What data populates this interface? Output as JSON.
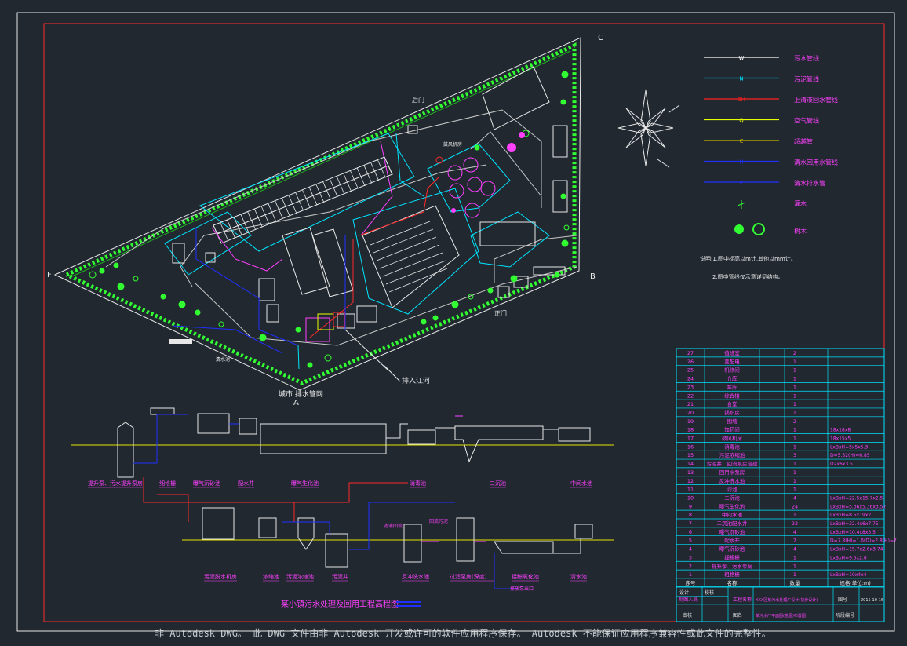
{
  "corner_labels": {
    "c": "C",
    "b": "B",
    "f": "F",
    "a": "A"
  },
  "site": {
    "rear_gate": "后门",
    "main_gate": "正门",
    "outfall": "排入江河",
    "sewer": "城市 排水管网",
    "blower_room": "鼓风机房",
    "small_label": "清水池"
  },
  "legend": [
    {
      "label": "污水管线",
      "color": "#ffffff",
      "mark": "W"
    },
    {
      "label": "污泥管线",
      "color": "#00e5ff",
      "mark": "N"
    },
    {
      "label": "上清液回水管线",
      "color": "#ff2020",
      "mark": "SH"
    },
    {
      "label": "空气管线",
      "color": "#e6ff00",
      "mark": "Q"
    },
    {
      "label": "超越管",
      "color": "#c8b400",
      "mark": "C"
    },
    {
      "label": "清水回用水管线",
      "color": "#2030ff",
      "mark": "H"
    },
    {
      "label": "清水排水管",
      "color": "#2030ff",
      "mark": "P"
    }
  ],
  "legend_trees": [
    "灌木",
    "树木"
  ],
  "notes": [
    "说明:1.图中标高以m计,其他以mm计。",
    "2.图中管线仅示意详见结构。"
  ],
  "process": {
    "title": "某小镇污水处理及回用工程高程图",
    "row1": [
      "提升泵、污水提升泵房",
      "细格栅",
      "曝气沉砂池",
      "配水井",
      "曝气生化池",
      "消毒池",
      "二沉池",
      "中间水池"
    ],
    "row2": [
      "污泥脱水机房",
      "浓缩池",
      "污泥浓缩池",
      "污泥井",
      "反冲洗水池",
      "过滤泵房(深度)",
      "接触氧化池",
      "清水池"
    ],
    "annotations": [
      "滤液回流",
      "回流污泥",
      "排放泵出口"
    ]
  },
  "table": {
    "rows": [
      [
        "27",
        "值班室",
        "2",
        ""
      ],
      [
        "26",
        "变配电",
        "1",
        ""
      ],
      [
        "25",
        "机修间",
        "1",
        ""
      ],
      [
        "24",
        "仓库",
        "1",
        ""
      ],
      [
        "23",
        "车库",
        "1",
        ""
      ],
      [
        "22",
        "综合楼",
        "1",
        ""
      ],
      [
        "21",
        "食堂",
        "1",
        ""
      ],
      [
        "20",
        "锅炉房",
        "1",
        ""
      ],
      [
        "19",
        "围墙",
        "2",
        ""
      ],
      [
        "18",
        "加药间",
        "1",
        "18x18x8"
      ],
      [
        "17",
        "鼓风机房",
        "1",
        "18x15x5"
      ],
      [
        "16",
        "消毒池",
        "1",
        "LxBxH=5x5x5.3"
      ],
      [
        "15",
        "污泥浓缩池",
        "3",
        "D=5.52(H)=6.85"
      ],
      [
        "14",
        "污泥井、回流泵房合建",
        "1",
        "D2x6x3.5"
      ],
      [
        "13",
        "回用水泵房",
        "1",
        ""
      ],
      [
        "12",
        "反冲洗水池",
        "1",
        ""
      ],
      [
        "11",
        "滤池",
        "1",
        ""
      ],
      [
        "10",
        "二沉池",
        "4",
        "LxBxH=22.5x15.7x2.5"
      ],
      [
        "9",
        "曝气生化池",
        "24",
        "LxBxH=5.36x5.36x3.57"
      ],
      [
        "8",
        "中间水池",
        "1",
        "LxBxH=8.5x19x2"
      ],
      [
        "7",
        "二沉池配水井",
        "22",
        "LxBxH=32.4x6x7.75"
      ],
      [
        "6",
        "曝气沉砂池",
        "4",
        "LxBxH=10.4x8x3.5"
      ],
      [
        "5",
        "配水井",
        "7",
        "D=7.8(H)=1.6(D)=2.8(H)=7"
      ],
      [
        "4",
        "曝气沉砂池",
        "4",
        "LxBxH=15.7x2.6x3.74"
      ],
      [
        "3",
        "细格栅",
        "1",
        "LxBxH=9.5x2.8"
      ],
      [
        "2",
        "提升泵、污水泵房",
        "1",
        ""
      ],
      [
        "1",
        "粗格栅",
        "1",
        "LxBxH=10x4x4"
      ]
    ],
    "header": [
      "序号",
      "名称",
      "数量",
      "规格(单位:m)"
    ],
    "title_block": {
      "row1_left": "制图人员",
      "row1_mid": "工程名称",
      "row1_project": "XXX区某污水处理厂设计(初步设计)",
      "row1_right": "图号",
      "row1_date": "2015-10-16",
      "row2_left": "审核",
      "row2_mid": "图名",
      "row2_drawing": "某污水厂平面图(总图)布置图",
      "row2_right": "阶段编号",
      "col_a": "设计",
      "col_b": "校核"
    }
  },
  "status_bar": "非 Autodesk DWG。 此 DWG 文件由非 Autodesk 开发或许可的软件应用程序保存。 Autodesk 不能保证应用程序兼容性或此文件的完整性。"
}
